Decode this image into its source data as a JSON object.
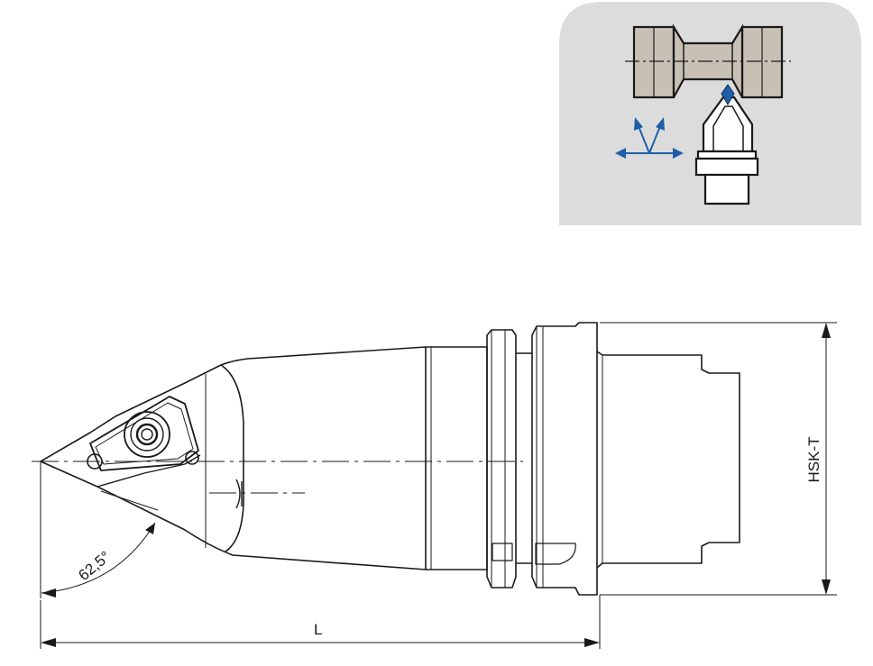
{
  "labels": {
    "angle": "62,5°",
    "length": "L",
    "interface": "HSK-T"
  },
  "colors": {
    "panel": "#dcdcdc",
    "workpiece": "#c8bfb5",
    "insert": "#1f5fa8",
    "arrows": "#1f5fa8",
    "line": "#1a1a1a"
  },
  "icon": {
    "name": "turning-operation-icon"
  }
}
